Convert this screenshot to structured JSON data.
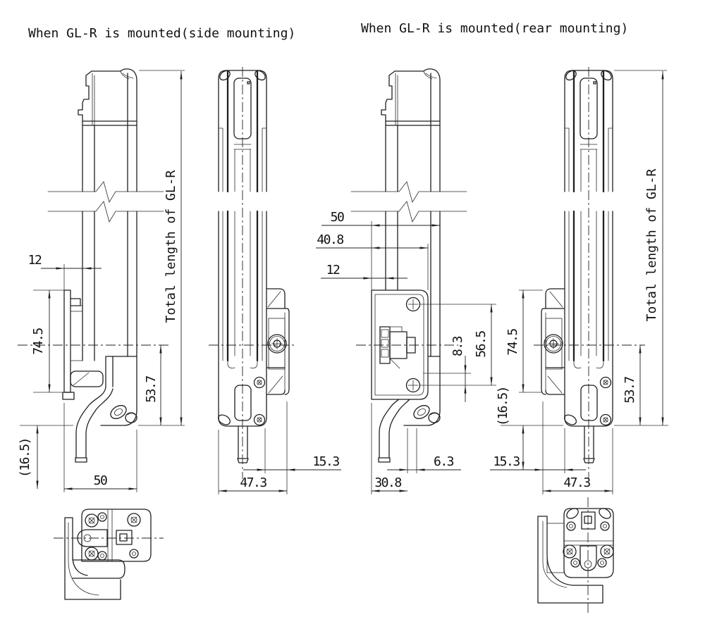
{
  "titles": {
    "side_mounting": "When GL-R is mounted(side mounting)",
    "rear_mounting": "When GL-R is mounted(rear mounting)"
  },
  "side_mounting": {
    "side_view": {
      "bracket_offset": "12",
      "bracket_height": "74.5",
      "cable_bend": "(16.5)",
      "axis_to_end": "53.7",
      "depth": "50",
      "total_length": "Total length of GL-R"
    },
    "front_view": {
      "bracket_protrusion": "15.3",
      "overall_width": "47.3"
    }
  },
  "rear_mounting": {
    "side_view": {
      "depth": "50",
      "mounting_depth": "40.8",
      "bracket_offset": "12",
      "hole_offset": "8.3",
      "hole_pitch": "56.5",
      "cable_offset": "6.3",
      "cable_depth": "30.8"
    },
    "front_view": {
      "bracket_height": "74.5",
      "cable_bend": "(16.5)",
      "axis_to_end": "53.7",
      "bracket_protrusion": "15.3",
      "overall_width": "47.3",
      "total_length": "Total length of GL-R"
    }
  }
}
